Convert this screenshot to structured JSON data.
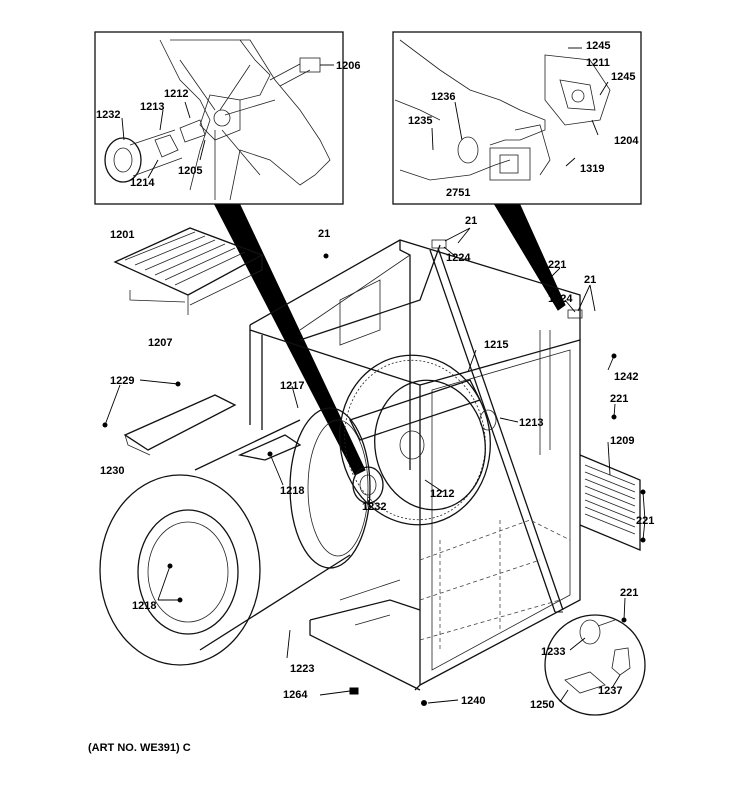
{
  "art_number": "(ART NO. WE391) C",
  "callouts": [
    {
      "id": "c1206",
      "text": "1206"
    },
    {
      "id": "c1212a",
      "text": "1212"
    },
    {
      "id": "c1213a",
      "text": "1213"
    },
    {
      "id": "c1232a",
      "text": "1232"
    },
    {
      "id": "c1214",
      "text": "1214"
    },
    {
      "id": "c1205",
      "text": "1205"
    },
    {
      "id": "c1201",
      "text": "1201"
    },
    {
      "id": "c1245a",
      "text": "1245"
    },
    {
      "id": "c1211",
      "text": "1211"
    },
    {
      "id": "c1245b",
      "text": "1245"
    },
    {
      "id": "c1236",
      "text": "1236"
    },
    {
      "id": "c1235",
      "text": "1235"
    },
    {
      "id": "c1204",
      "text": "1204"
    },
    {
      "id": "c1319",
      "text": "1319"
    },
    {
      "id": "c2751",
      "text": "2751"
    },
    {
      "id": "c21a",
      "text": "21"
    },
    {
      "id": "c21b",
      "text": "21"
    },
    {
      "id": "c1224a",
      "text": "1224"
    },
    {
      "id": "c221a",
      "text": "221"
    },
    {
      "id": "c21c",
      "text": "21"
    },
    {
      "id": "c1224b",
      "text": "1224"
    },
    {
      "id": "c1207",
      "text": "1207"
    },
    {
      "id": "c1215",
      "text": "1215"
    },
    {
      "id": "c1242",
      "text": "1242"
    },
    {
      "id": "c1229",
      "text": "1229"
    },
    {
      "id": "c1217",
      "text": "1217"
    },
    {
      "id": "c221b",
      "text": "221"
    },
    {
      "id": "c1213b",
      "text": "1213"
    },
    {
      "id": "c1209",
      "text": "1209"
    },
    {
      "id": "c1230",
      "text": "1230"
    },
    {
      "id": "c1218a",
      "text": "1218"
    },
    {
      "id": "c1212b",
      "text": "1212"
    },
    {
      "id": "c1232b",
      "text": "1232"
    },
    {
      "id": "c221c",
      "text": "221"
    },
    {
      "id": "c1218b",
      "text": "1218"
    },
    {
      "id": "c221d",
      "text": "221"
    },
    {
      "id": "c1223",
      "text": "1223"
    },
    {
      "id": "c1233",
      "text": "1233"
    },
    {
      "id": "c1264",
      "text": "1264"
    },
    {
      "id": "c1240",
      "text": "1240"
    },
    {
      "id": "c1250",
      "text": "1250"
    },
    {
      "id": "c1237",
      "text": "1237"
    }
  ]
}
